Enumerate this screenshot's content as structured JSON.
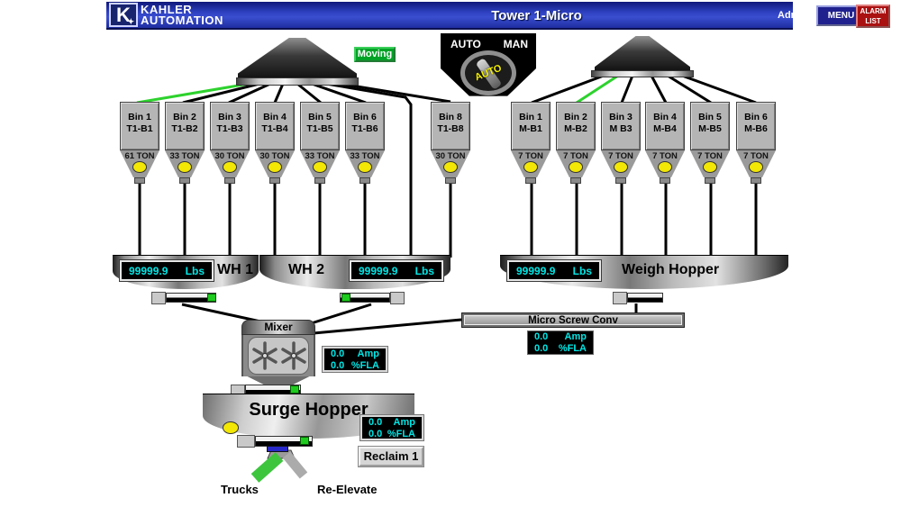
{
  "header": {
    "logo": {
      "letter": "K",
      "line1": "KAHLER",
      "line2": "AUTOMATION"
    },
    "title": "Tower 1-Micro",
    "user_label": "Admin",
    "menu_button": "MENU",
    "alarm_button": {
      "line1": "ALARM",
      "line2": "LIST"
    }
  },
  "mode_selector": {
    "left_label": "AUTO",
    "right_label": "MAN",
    "knob_value": "AUTO"
  },
  "left_distributor": {
    "status_label": "Moving"
  },
  "left_bins": [
    {
      "name": "Bin 1",
      "tag": "T1-B1",
      "level": "61 TON"
    },
    {
      "name": "Bin 2",
      "tag": "T1-B2",
      "level": "33 TON"
    },
    {
      "name": "Bin 3",
      "tag": "T1-B3",
      "level": "30 TON"
    },
    {
      "name": "Bin 4",
      "tag": "T1-B4",
      "level": "30 TON"
    },
    {
      "name": "Bin 5",
      "tag": "T1-B5",
      "level": "33 TON"
    },
    {
      "name": "Bin 6",
      "tag": "T1-B6",
      "level": "33 TON"
    },
    {
      "name": "Bin 8",
      "tag": "T1-B8",
      "level": "30 TON"
    }
  ],
  "right_bins": [
    {
      "name": "Bin 1",
      "tag": "M-B1",
      "level": "7 TON"
    },
    {
      "name": "Bin 2",
      "tag": "M-B2",
      "level": "7 TON"
    },
    {
      "name": "Bin 3",
      "tag": "M B3",
      "level": "7 TON"
    },
    {
      "name": "Bin 4",
      "tag": "M-B4",
      "level": "7 TON"
    },
    {
      "name": "Bin 5",
      "tag": "M-B5",
      "level": "7 TON"
    },
    {
      "name": "Bin 6",
      "tag": "M-B6",
      "level": "7 TON"
    }
  ],
  "weigh_hoppers": {
    "wh1": {
      "label": "WH 1",
      "value": "99999.9",
      "unit": "Lbs"
    },
    "wh2": {
      "label": "WH 2",
      "value": "99999.9",
      "unit": "Lbs"
    },
    "micro": {
      "label": "Weigh Hopper",
      "value": "99999.9",
      "unit": "Lbs"
    }
  },
  "micro_screw_conv": {
    "label": "Micro Screw Conv",
    "amp_value": "0.0",
    "amp_unit": "Amp",
    "fla_value": "0.0",
    "fla_unit": "%FLA"
  },
  "mixer": {
    "label": "Mixer",
    "amp_value": "0.0",
    "amp_unit": "Amp",
    "fla_value": "0.0",
    "fla_unit": "%FLA"
  },
  "surge_hopper": {
    "label": "Surge Hopper",
    "amp_value": "0.0",
    "amp_unit": "Amp",
    "fla_value": "0.0",
    "fla_unit": "%FLA"
  },
  "reclaim_button": {
    "label": "Reclaim 1"
  },
  "routes": {
    "left_label": "Trucks",
    "right_label": "Re-Elevate"
  },
  "colors": {
    "accent_green": "#00a226",
    "display_cyan": "#00e6e6",
    "alarm_red": "#aa1111",
    "menu_blue": "#20208e",
    "indicator_yellow": "#f2e705",
    "active_line_green": "#2dd22d"
  }
}
